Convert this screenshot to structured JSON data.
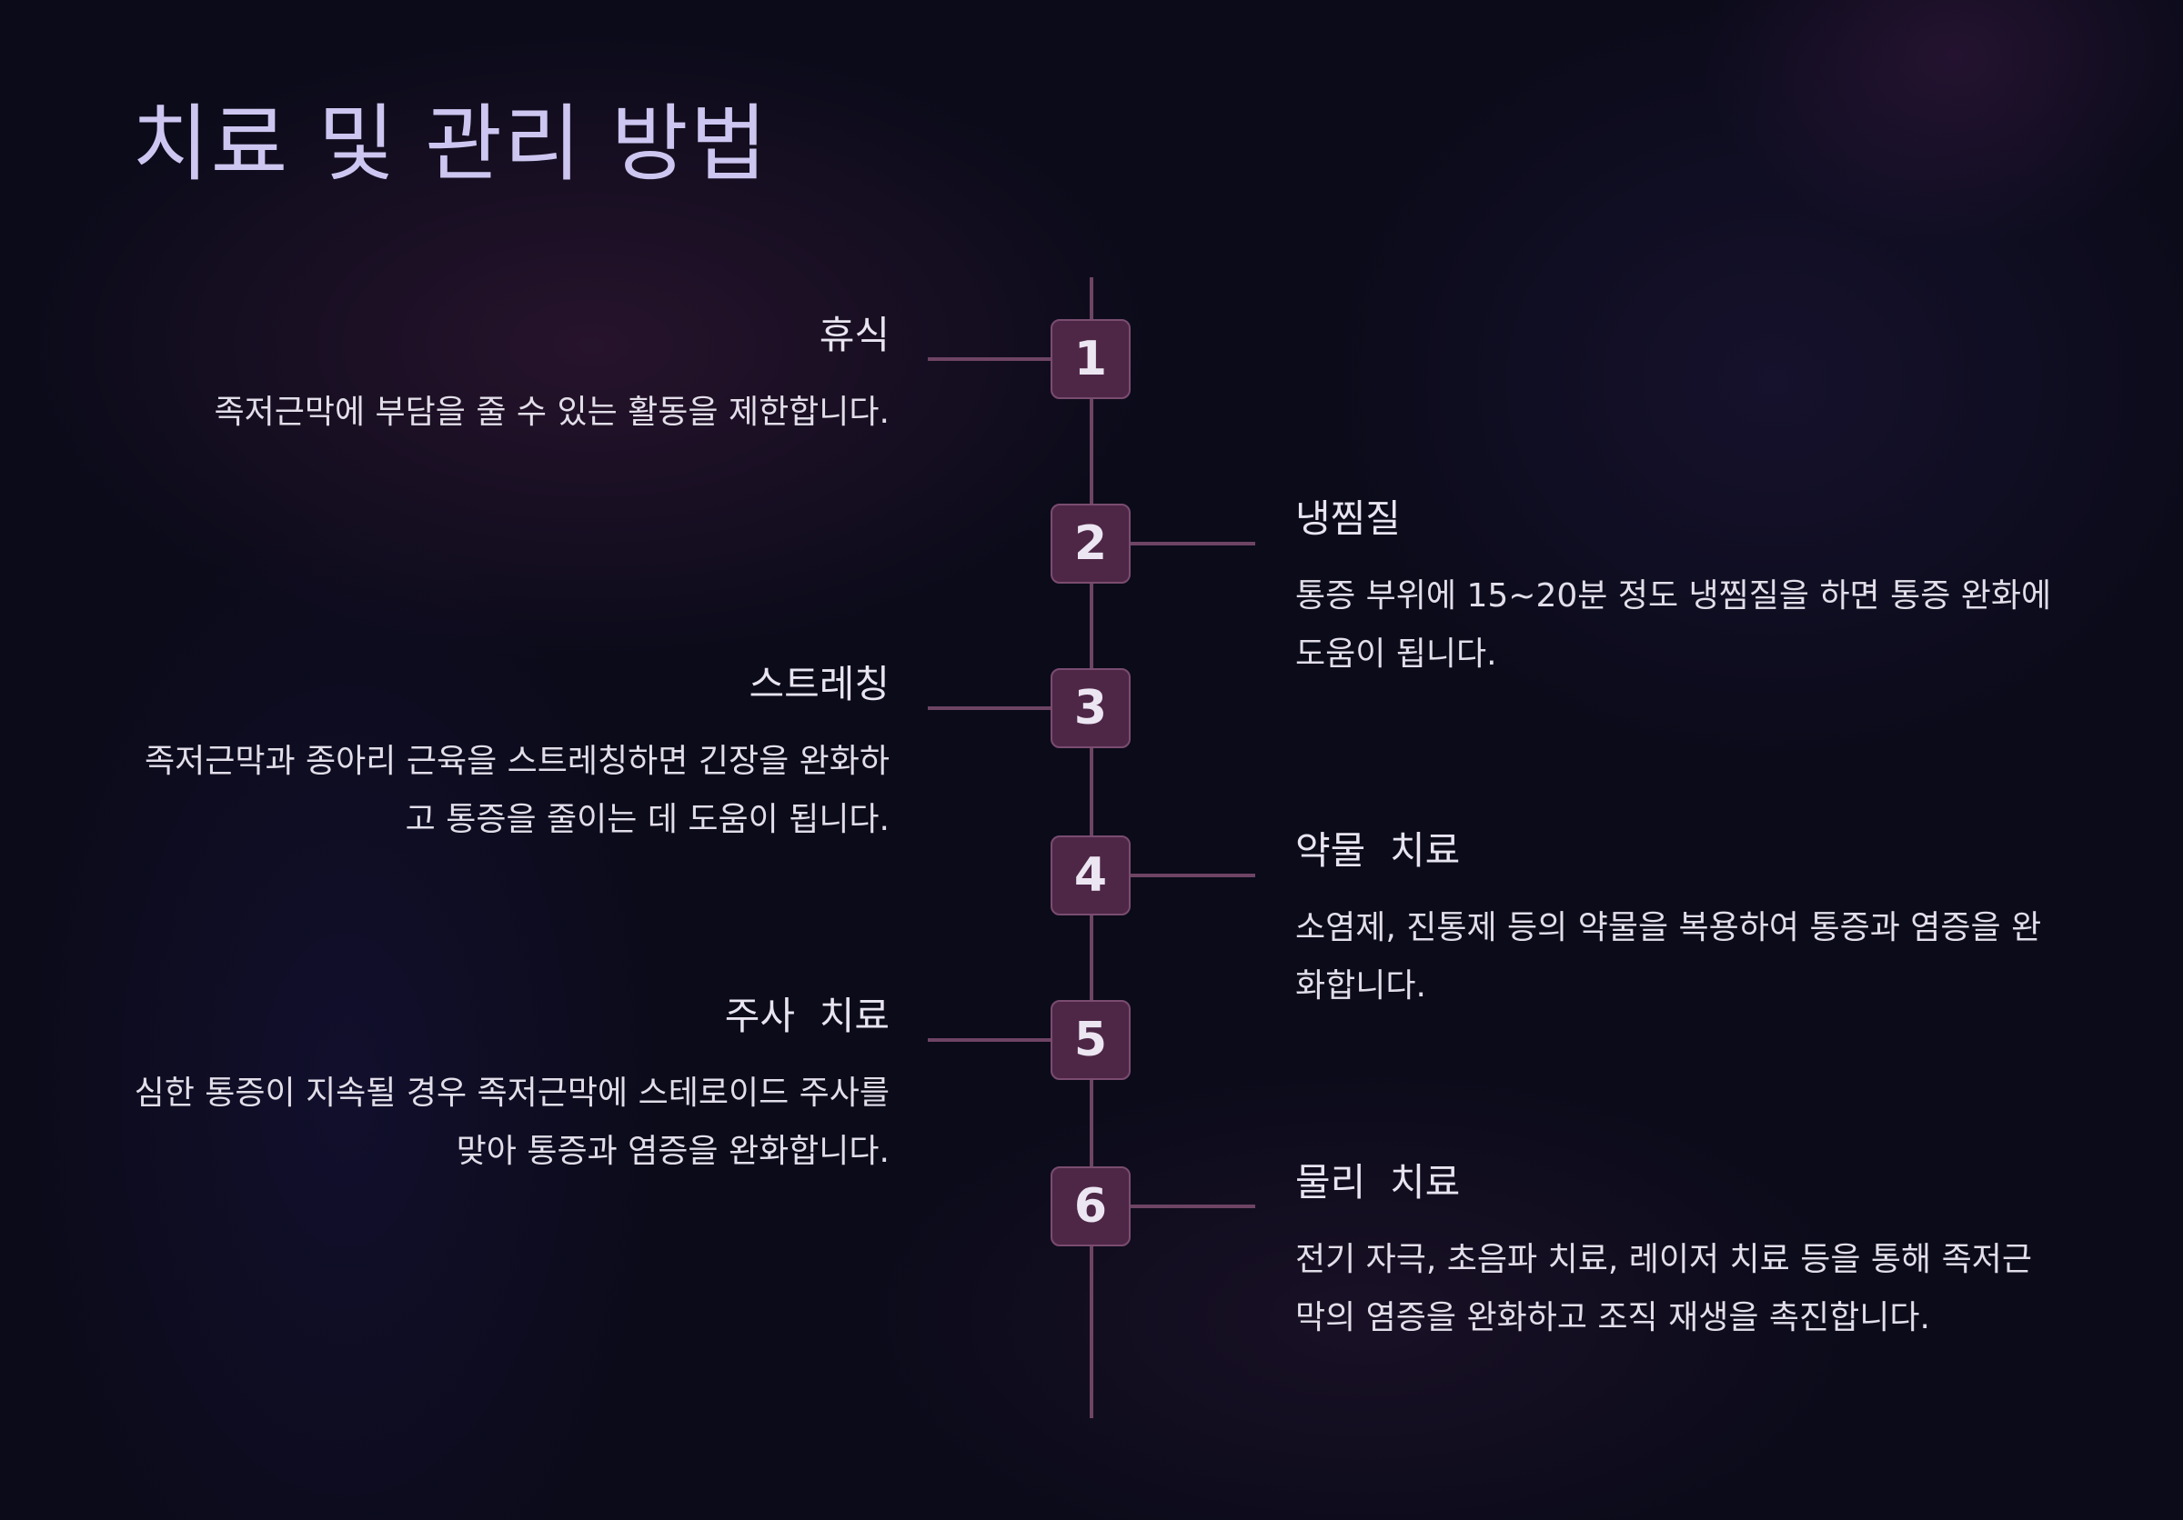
{
  "title": "치료 및 관리 방법",
  "steps": [
    {
      "number": "1",
      "heading": "휴식",
      "text": "족저근막에 부담을 줄 수 있는 활동을 제한합니다."
    },
    {
      "number": "2",
      "heading": "냉찜질",
      "text": "통증 부위에 15~20분 정도 냉찜질을 하면 통증 완화에 도움이 됩니다."
    },
    {
      "number": "3",
      "heading": "스트레칭",
      "text": "족저근막과 종아리 근육을 스트레칭하면 긴장을 완화하고 통증을 줄이는 데 도움이 됩니다."
    },
    {
      "number": "4",
      "heading": "약물  치료",
      "text": "소염제, 진통제 등의 약물을 복용하여 통증과 염증을 완화합니다."
    },
    {
      "number": "5",
      "heading": "주사  치료",
      "text": "심한 통증이 지속될 경우 족저근막에 스테로이드 주사를 맞아 통증과 염증을 완화합니다."
    },
    {
      "number": "6",
      "heading": "물리  치료",
      "text": "전기 자극, 초음파 치료, 레이저 치료 등을 통해 족저근막의 염증을 완화하고 조직 재생을 촉진합니다."
    }
  ]
}
